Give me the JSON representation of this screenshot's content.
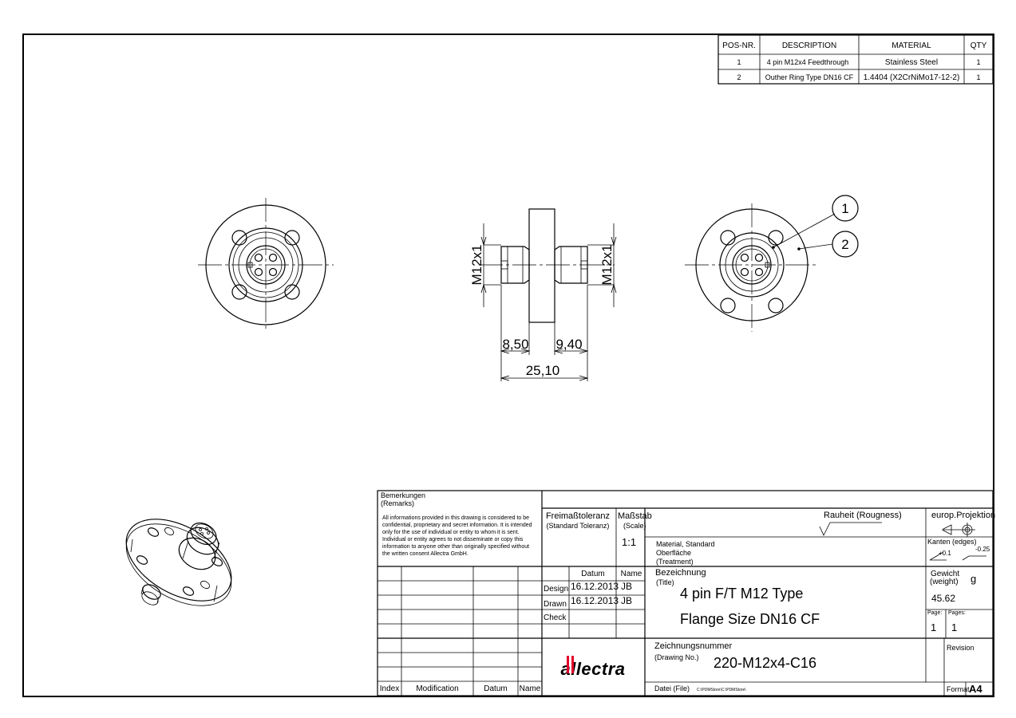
{
  "bom": {
    "headers": [
      "POS-NR.",
      "DESCRIPTION",
      "MATERIAL",
      "QTY"
    ],
    "rows": [
      [
        "1",
        "4 pin M12x4 Feedthrough",
        "Stainless Steel",
        "1"
      ],
      [
        "2",
        "Outher Ring Type DN16 CF",
        "1.4404 (X2CrNiMo17-12-2)",
        "1"
      ]
    ]
  },
  "callouts": [
    "1",
    "2"
  ],
  "dimensions": {
    "thread_left": "M12x1",
    "thread_right": "M12x1",
    "left_length": "8,50",
    "right_length": "9,40",
    "overall_length": "25,10"
  },
  "title_block": {
    "remarks_title": "Bemerkungen",
    "remarks_subtitle": "(Remarks)",
    "disclaimer_lines": [
      "All informations provided in this drawing is considered to be",
      "confidential, proprietary and secret information. It is intended",
      "only for the use of individual or entity to whom it is sent.",
      "Individual or entity agrees to not disseminate or copy this",
      "information to anyone other than originally specified without",
      "the written consent Allectra GmbH."
    ],
    "tolerance_title": "Freimaßtoleranz",
    "tolerance_subtitle": "(Standard Toleranz)",
    "scale_title": "Maßstab",
    "scale_subtitle": "(Scale)",
    "scale_value": "1:1",
    "roughness_label": "Rauheit (Rougness)",
    "projection_label": "europ.Projektion",
    "edges_label": "Kanten (edges)",
    "edge_value_1": "+0.1",
    "edge_value_2": "-0.25",
    "material_line1": "Material, Standard",
    "material_line2": "Oberfläche",
    "material_line3": "(Treatment)",
    "datum_header": "Datum",
    "name_header": "Name",
    "design_label": "Design",
    "design_date": "16.12.2013",
    "design_name": "JB",
    "drawn_label": "Drawn",
    "drawn_date": "16.12.2013",
    "drawn_name": "JB",
    "check_label": "Check",
    "title_label": "Bezeichnung",
    "title_sublabel": "(Title)",
    "title_line1": "4 pin F/T M12 Type",
    "title_line2": "Flange Size DN16 CF",
    "weight_label": "Gewicht",
    "weight_sublabel": "(weight)",
    "weight_unit": "g",
    "weight_value": "45.62",
    "page_label": "Page:",
    "pages_label": "Pages:",
    "page_value": "1",
    "pages_value": "1",
    "drawing_no_label": "Zeichnungsnummer",
    "drawing_no_sublabel": "(Drawing No.)",
    "drawing_no_value": "220-M12x4-C16",
    "revision_label": "Revision",
    "file_label": "Datei (File)",
    "file_value": "C:\\PDMStore\\C:\\PDMStore\\",
    "format_label": "Format",
    "format_value": "A4",
    "logo_text": "allectra",
    "index_header": "Index",
    "modification_header": "Modification",
    "mod_datum_header": "Datum",
    "mod_name_header": "Name"
  }
}
